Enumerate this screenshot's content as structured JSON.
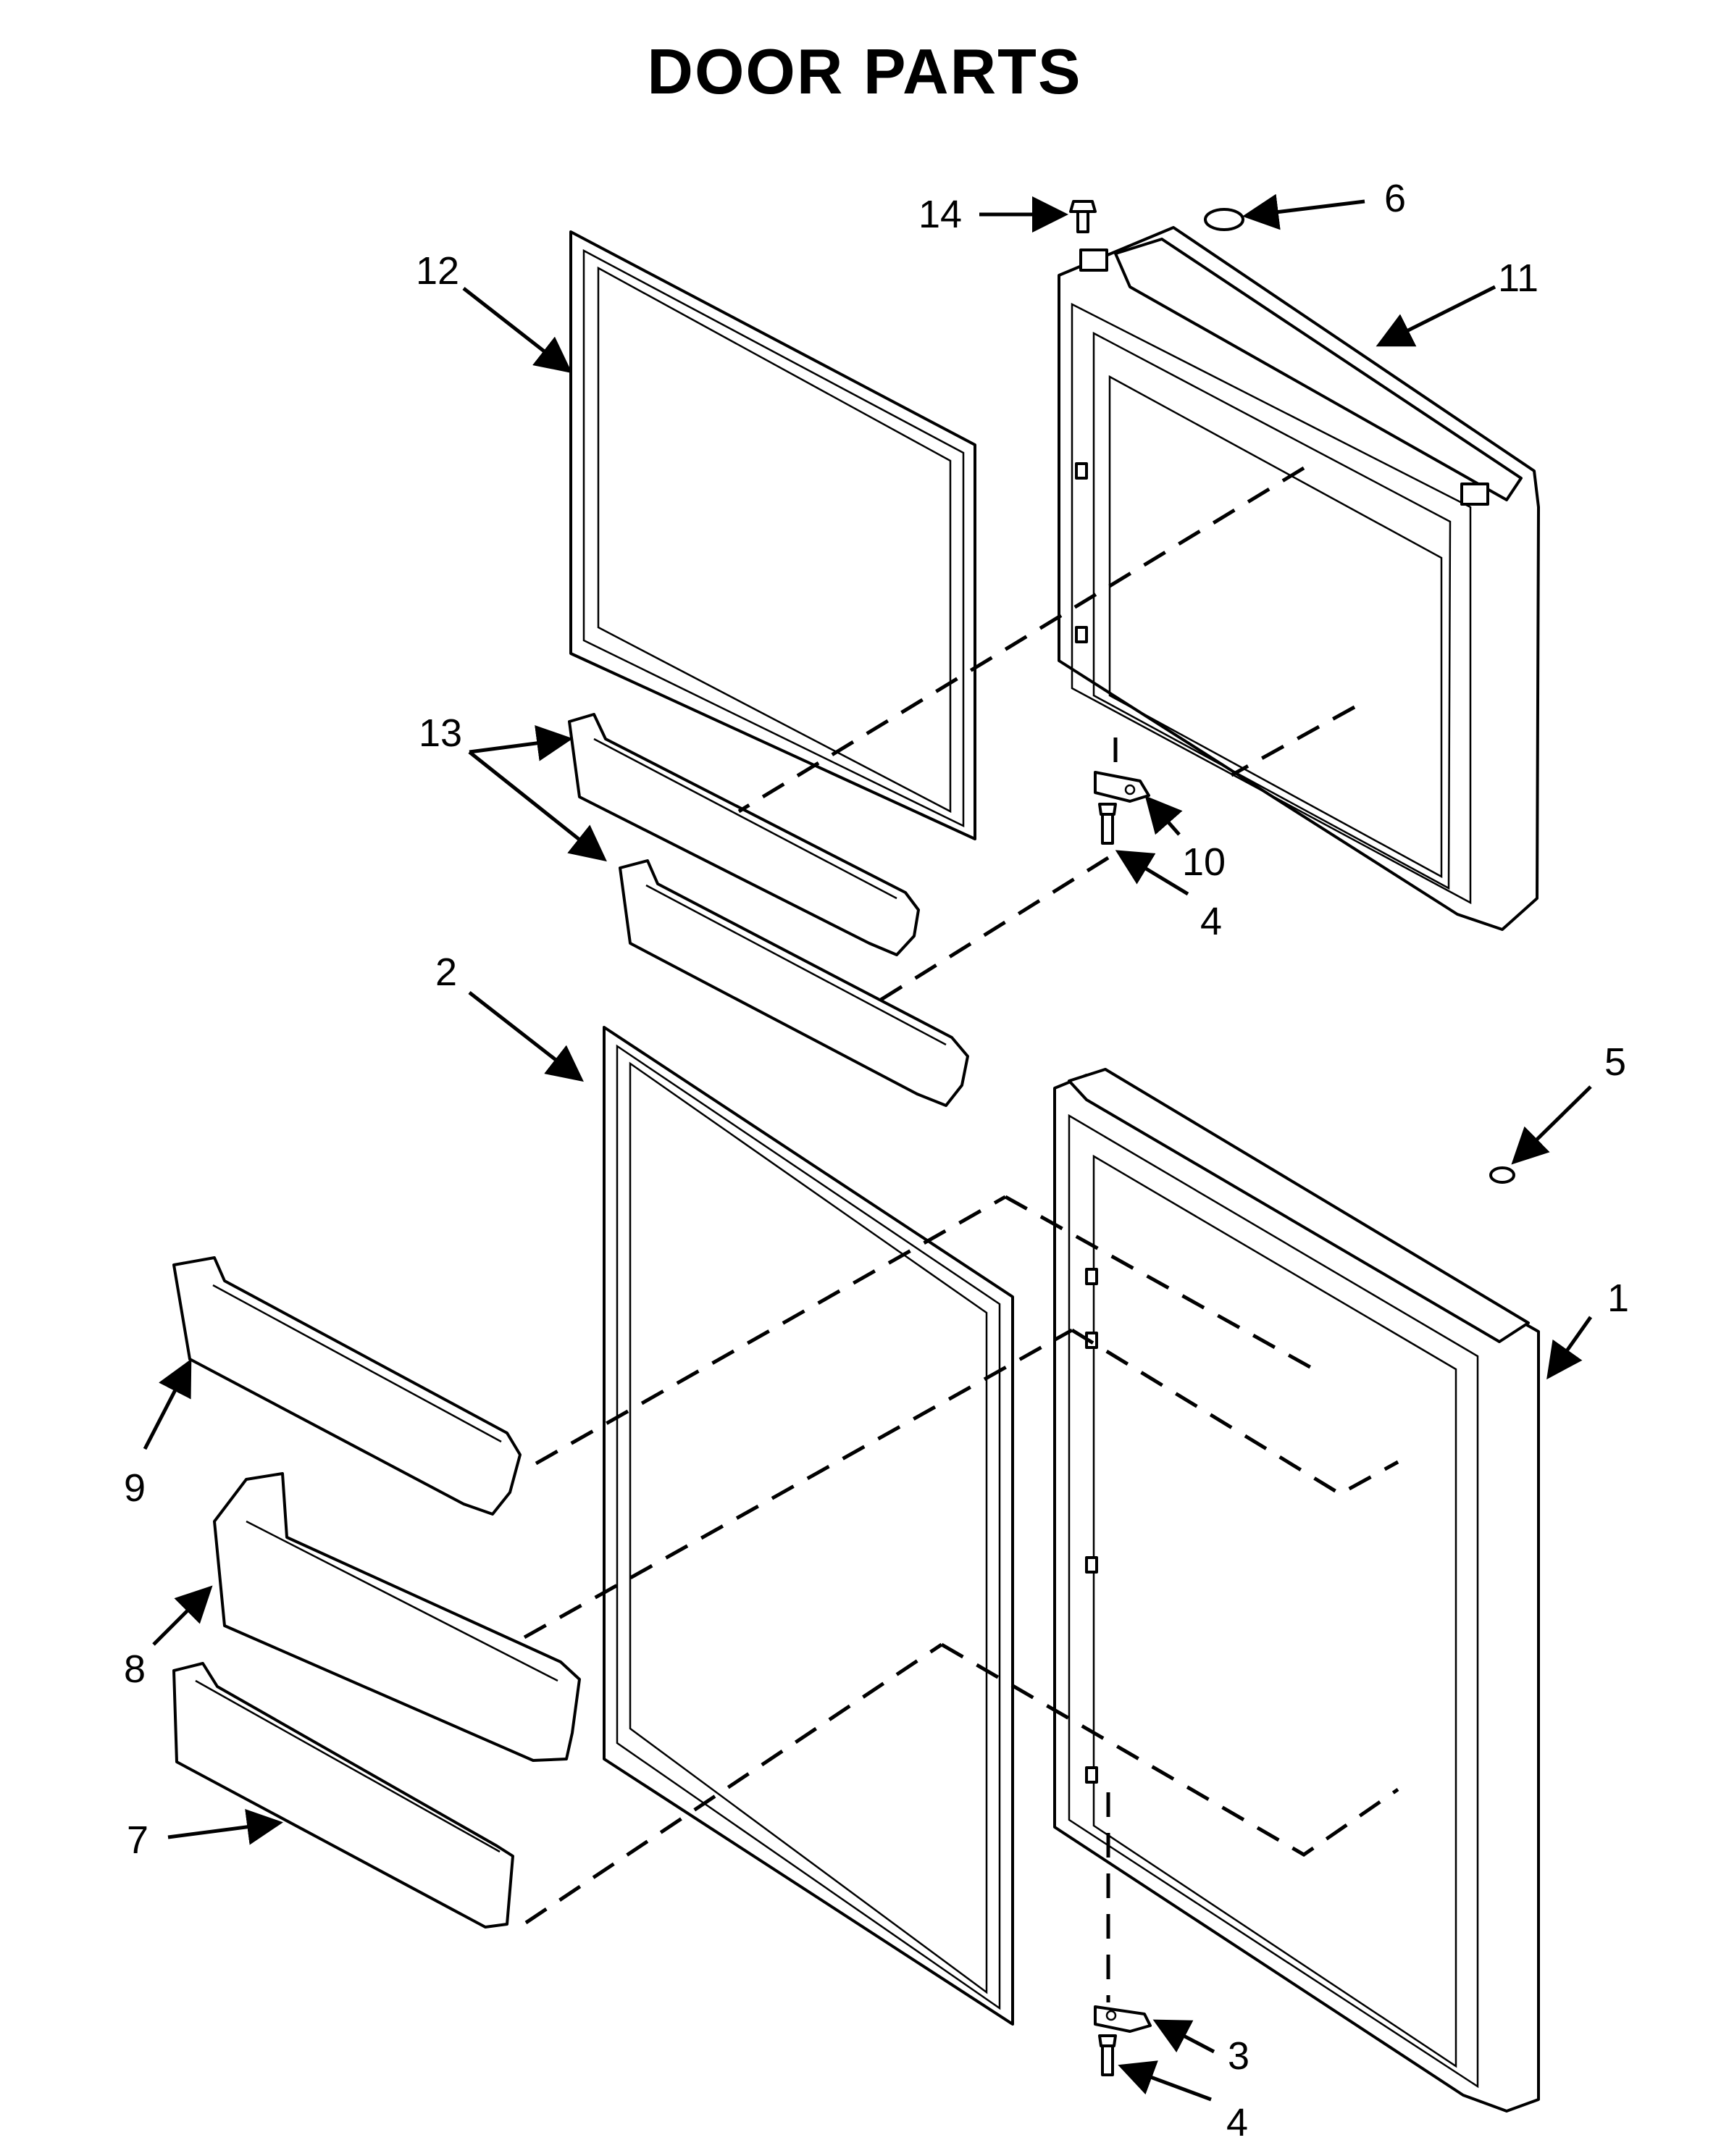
{
  "title": "DOOR PARTS",
  "callouts": [
    {
      "part": "1"
    },
    {
      "part": "2"
    },
    {
      "part": "3"
    },
    {
      "part": "4"
    },
    {
      "part": "4"
    },
    {
      "part": "5"
    },
    {
      "part": "6"
    },
    {
      "part": "7"
    },
    {
      "part": "8"
    },
    {
      "part": "9"
    },
    {
      "part": "10"
    },
    {
      "part": "11"
    },
    {
      "part": "12"
    },
    {
      "part": "13"
    },
    {
      "part": "14"
    }
  ]
}
